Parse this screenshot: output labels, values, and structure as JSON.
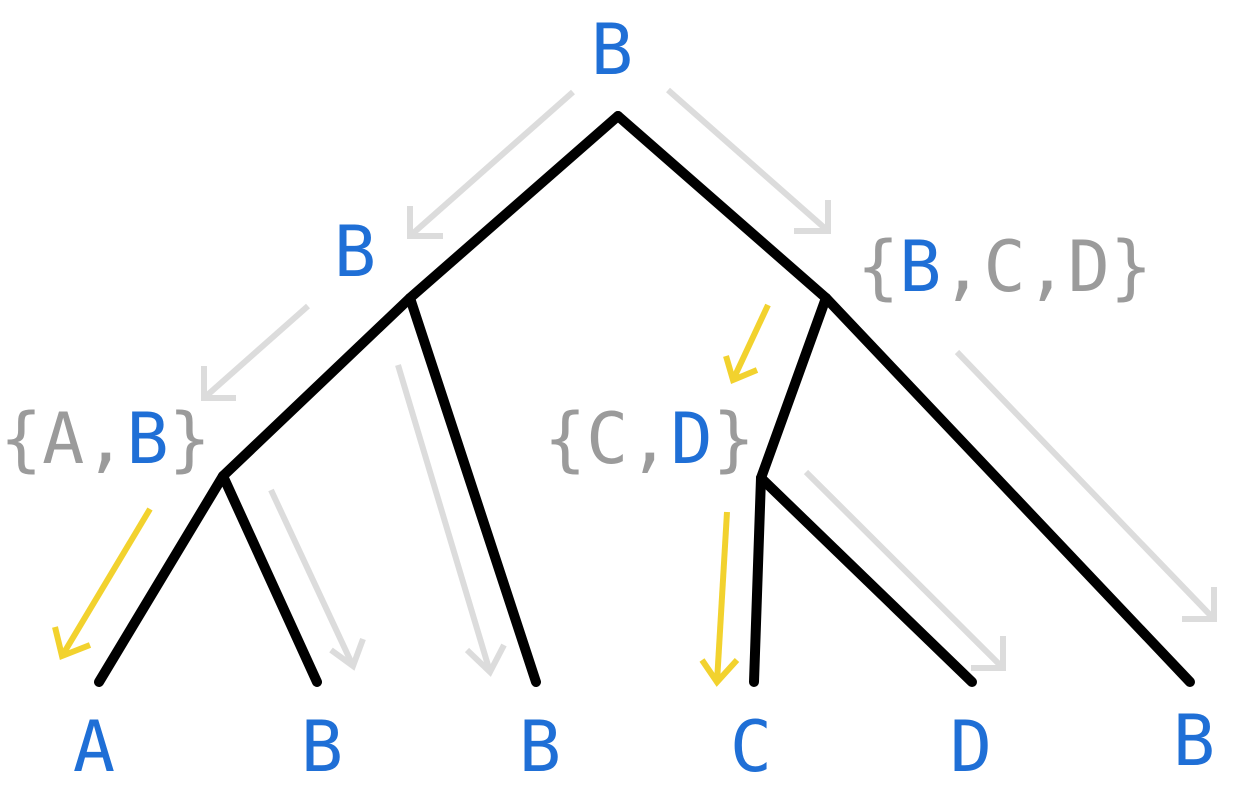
{
  "root": {
    "label": "B"
  },
  "internal": {
    "left": {
      "label": "B"
    },
    "right": {
      "open": "{",
      "b": "B",
      "sep1": ",",
      "c": "C",
      "sep2": ",",
      "d": "D",
      "close": "}"
    },
    "left_left": {
      "open": "{",
      "a": "A",
      "sep": ",",
      "b": "B",
      "close": "}"
    },
    "right_left": {
      "open": "{",
      "c": "C",
      "sep": ",",
      "d": "D",
      "close": "}"
    }
  },
  "leaves": [
    "A",
    "B",
    "B",
    "C",
    "D",
    "B"
  ],
  "colors": {
    "selected_state": "#1f6fd6",
    "other_state": "#9b9b9b",
    "branch": "#000000",
    "traceback_arrow": "#dcdcdc",
    "choice_arrow": "#f2d22e"
  }
}
